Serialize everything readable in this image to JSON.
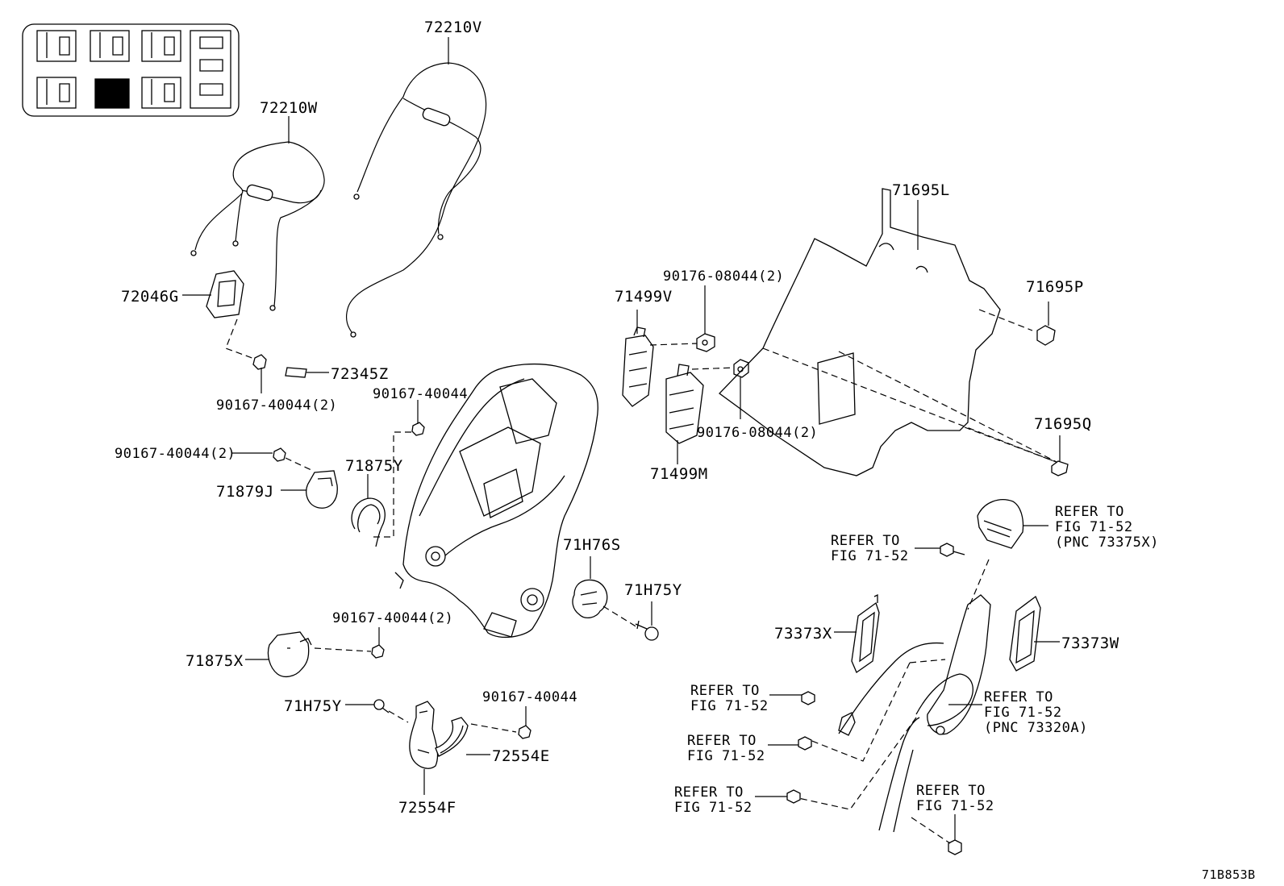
{
  "figure_code": "71B853B",
  "locator_thumbnail": {
    "selected_index": 5
  },
  "labels": {
    "c72210V": "72210V",
    "c72210W": "72210W",
    "c72046G": "72046G",
    "c72345Z": "72345Z",
    "c90167_40044_2_a": "90167-40044(2)",
    "c90167_40044_a": "90167-40044",
    "c90167_40044_2_b": "90167-40044(2)",
    "c71875Y": "71875Y",
    "c71879J": "71879J",
    "c71499V": "71499V",
    "c90176_08044_2_a": "90176-08044(2)",
    "c90176_08044_2_b": "90176-08044(2)",
    "c71499M": "71499M",
    "c71695L": "71695L",
    "c71695P": "71695P",
    "c71695Q": "71695Q",
    "c71H76S": "71H76S",
    "c71H75Y_a": "71H75Y",
    "c90167_40044_2_c": "90167-40044(2)",
    "c71875X": "71875X",
    "c71H75Y_b": "71H75Y",
    "c90167_40044_b": "90167-40044",
    "c72554E": "72554E",
    "c72554F": "72554F",
    "c73373X": "73373X",
    "c73373W": "73373W"
  },
  "references": {
    "ref_pnc73375x": {
      "line1": "REFER TO",
      "line2": "FIG 71-52",
      "line3": "(PNC 73375X)"
    },
    "ref_a": {
      "line1": "REFER TO",
      "line2": "FIG 71-52"
    },
    "ref_b": {
      "line1": "REFER TO",
      "line2": "FIG 71-52"
    },
    "ref_c": {
      "line1": "REFER TO",
      "line2": "FIG 71-52"
    },
    "ref_d": {
      "line1": "REFER TO",
      "line2": "FIG 71-52"
    },
    "ref_e": {
      "line1": "REFER TO",
      "line2": "FIG 71-52"
    },
    "ref_pnc73320a": {
      "line1": "REFER TO",
      "line2": "FIG 71-52",
      "line3": "(PNC 73320A)"
    }
  }
}
